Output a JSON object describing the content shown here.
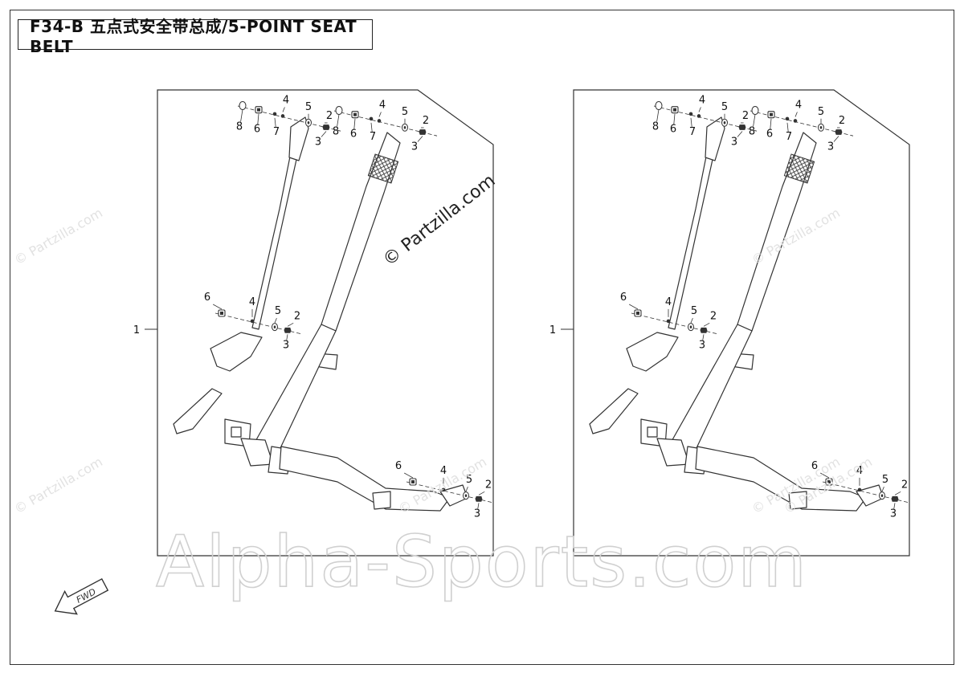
{
  "title": "F34-B 五点式安全带总成/5-POINT SEAT BELT",
  "watermarks": {
    "main": "Alpha-Sports.com",
    "partzilla": "© Partzilla.com"
  },
  "fwd_label": "FWD",
  "panels": [
    {
      "callout_assembly": "1",
      "top_left": [
        "8",
        "6",
        "7",
        "4",
        "5",
        "2",
        "3"
      ],
      "top_right": [
        "8",
        "6",
        "7",
        "4",
        "5",
        "2",
        "3"
      ],
      "middle": [
        "6",
        "4",
        "5",
        "2",
        "3"
      ],
      "bottom": [
        "6",
        "4",
        "5",
        "2",
        "3"
      ]
    },
    {
      "callout_assembly": "1",
      "top_left": [
        "8",
        "6",
        "7",
        "4",
        "5",
        "2",
        "3"
      ],
      "top_right": [
        "8",
        "6",
        "7",
        "4",
        "5",
        "2",
        "3"
      ],
      "middle": [
        "6",
        "4",
        "5",
        "2",
        "3"
      ],
      "bottom": [
        "6",
        "4",
        "5",
        "2",
        "3"
      ]
    }
  ]
}
